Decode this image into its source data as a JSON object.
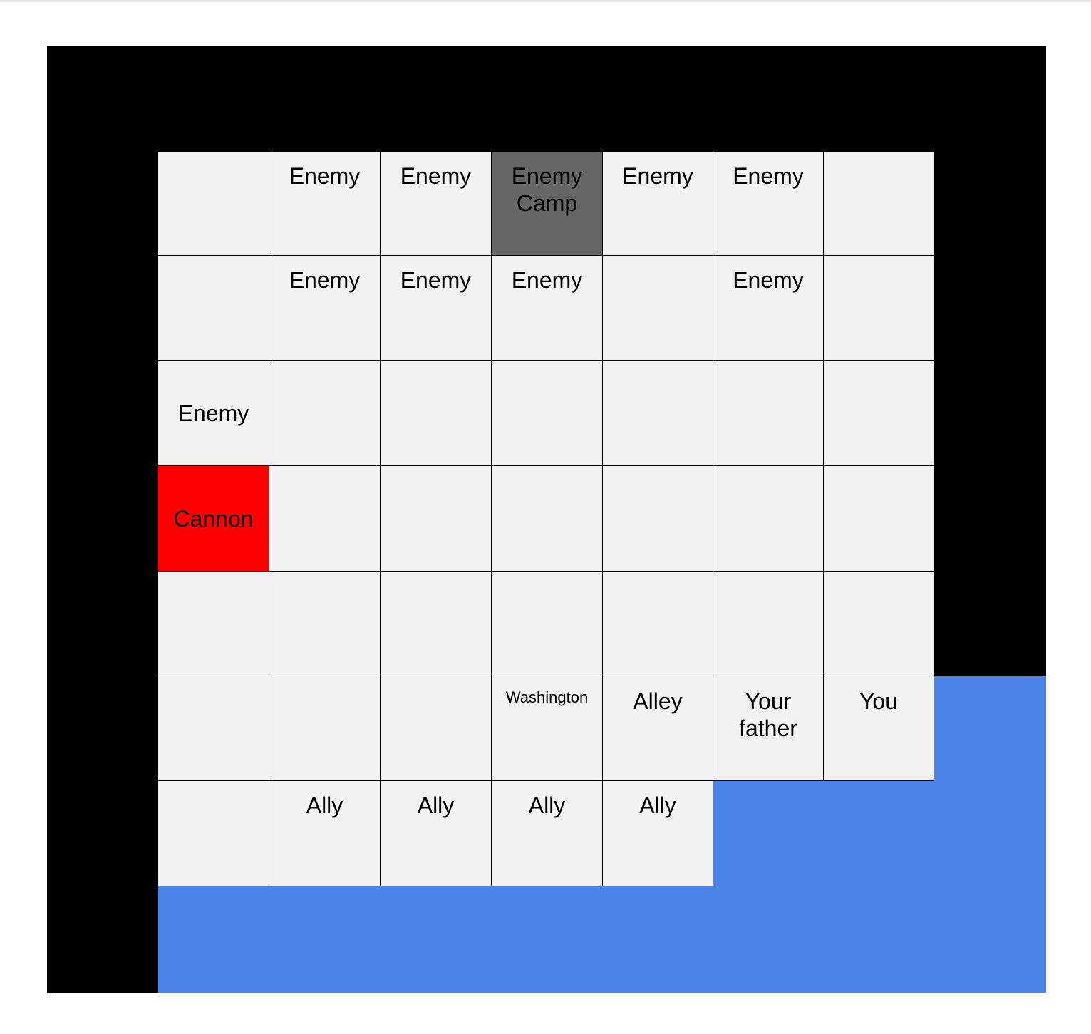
{
  "colors": {
    "wall": "#000000",
    "empty": "#f2f2f2",
    "water": "#4a86e8",
    "cannon": "#ff0000",
    "camp": "#666666"
  },
  "legend_types": [
    "wall",
    "empty",
    "water",
    "cannon",
    "camp"
  ],
  "grid": {
    "rows": 9,
    "cols": 9,
    "cells": [
      [
        {
          "type": "wall"
        },
        {
          "type": "wall"
        },
        {
          "type": "wall"
        },
        {
          "type": "wall"
        },
        {
          "type": "wall"
        },
        {
          "type": "wall"
        },
        {
          "type": "wall"
        },
        {
          "type": "wall"
        },
        {
          "type": "wall"
        }
      ],
      [
        {
          "type": "wall"
        },
        {
          "type": "empty",
          "label": ""
        },
        {
          "type": "empty",
          "label": "Enemy"
        },
        {
          "type": "empty",
          "label": "Enemy"
        },
        {
          "type": "camp",
          "label": "Enemy\nCamp"
        },
        {
          "type": "empty",
          "label": "Enemy"
        },
        {
          "type": "empty",
          "label": "Enemy"
        },
        {
          "type": "empty",
          "label": ""
        },
        {
          "type": "wall"
        }
      ],
      [
        {
          "type": "wall"
        },
        {
          "type": "empty",
          "label": ""
        },
        {
          "type": "empty",
          "label": "Enemy"
        },
        {
          "type": "empty",
          "label": "Enemy"
        },
        {
          "type": "empty",
          "label": "Enemy"
        },
        {
          "type": "empty",
          "label": ""
        },
        {
          "type": "empty",
          "label": "Enemy"
        },
        {
          "type": "empty",
          "label": ""
        },
        {
          "type": "wall"
        }
      ],
      [
        {
          "type": "wall"
        },
        {
          "type": "empty",
          "label": "Enemy",
          "valign": "middle"
        },
        {
          "type": "empty",
          "label": ""
        },
        {
          "type": "empty",
          "label": ""
        },
        {
          "type": "empty",
          "label": ""
        },
        {
          "type": "empty",
          "label": ""
        },
        {
          "type": "empty",
          "label": ""
        },
        {
          "type": "empty",
          "label": ""
        },
        {
          "type": "wall"
        }
      ],
      [
        {
          "type": "wall"
        },
        {
          "type": "cannon",
          "label": "Cannon",
          "valign": "middle"
        },
        {
          "type": "empty",
          "label": ""
        },
        {
          "type": "empty",
          "label": ""
        },
        {
          "type": "empty",
          "label": ""
        },
        {
          "type": "empty",
          "label": ""
        },
        {
          "type": "empty",
          "label": ""
        },
        {
          "type": "empty",
          "label": ""
        },
        {
          "type": "wall"
        }
      ],
      [
        {
          "type": "wall"
        },
        {
          "type": "empty",
          "label": ""
        },
        {
          "type": "empty",
          "label": ""
        },
        {
          "type": "empty",
          "label": ""
        },
        {
          "type": "empty",
          "label": ""
        },
        {
          "type": "empty",
          "label": ""
        },
        {
          "type": "empty",
          "label": ""
        },
        {
          "type": "empty",
          "label": ""
        },
        {
          "type": "wall"
        }
      ],
      [
        {
          "type": "wall"
        },
        {
          "type": "empty",
          "label": ""
        },
        {
          "type": "empty",
          "label": ""
        },
        {
          "type": "empty",
          "label": ""
        },
        {
          "type": "empty",
          "label": "Washington",
          "size": "small"
        },
        {
          "type": "empty",
          "label": "Alley"
        },
        {
          "type": "empty",
          "label": "Your\nfather"
        },
        {
          "type": "empty",
          "label": "You"
        },
        {
          "type": "water"
        }
      ],
      [
        {
          "type": "wall"
        },
        {
          "type": "empty",
          "label": ""
        },
        {
          "type": "empty",
          "label": "Ally"
        },
        {
          "type": "empty",
          "label": "Ally"
        },
        {
          "type": "empty",
          "label": "Ally"
        },
        {
          "type": "empty",
          "label": "Ally"
        },
        {
          "type": "water"
        },
        {
          "type": "water"
        },
        {
          "type": "water"
        }
      ],
      [
        {
          "type": "wall"
        },
        {
          "type": "water"
        },
        {
          "type": "water"
        },
        {
          "type": "water"
        },
        {
          "type": "water"
        },
        {
          "type": "water"
        },
        {
          "type": "water"
        },
        {
          "type": "water"
        },
        {
          "type": "water"
        }
      ]
    ]
  }
}
